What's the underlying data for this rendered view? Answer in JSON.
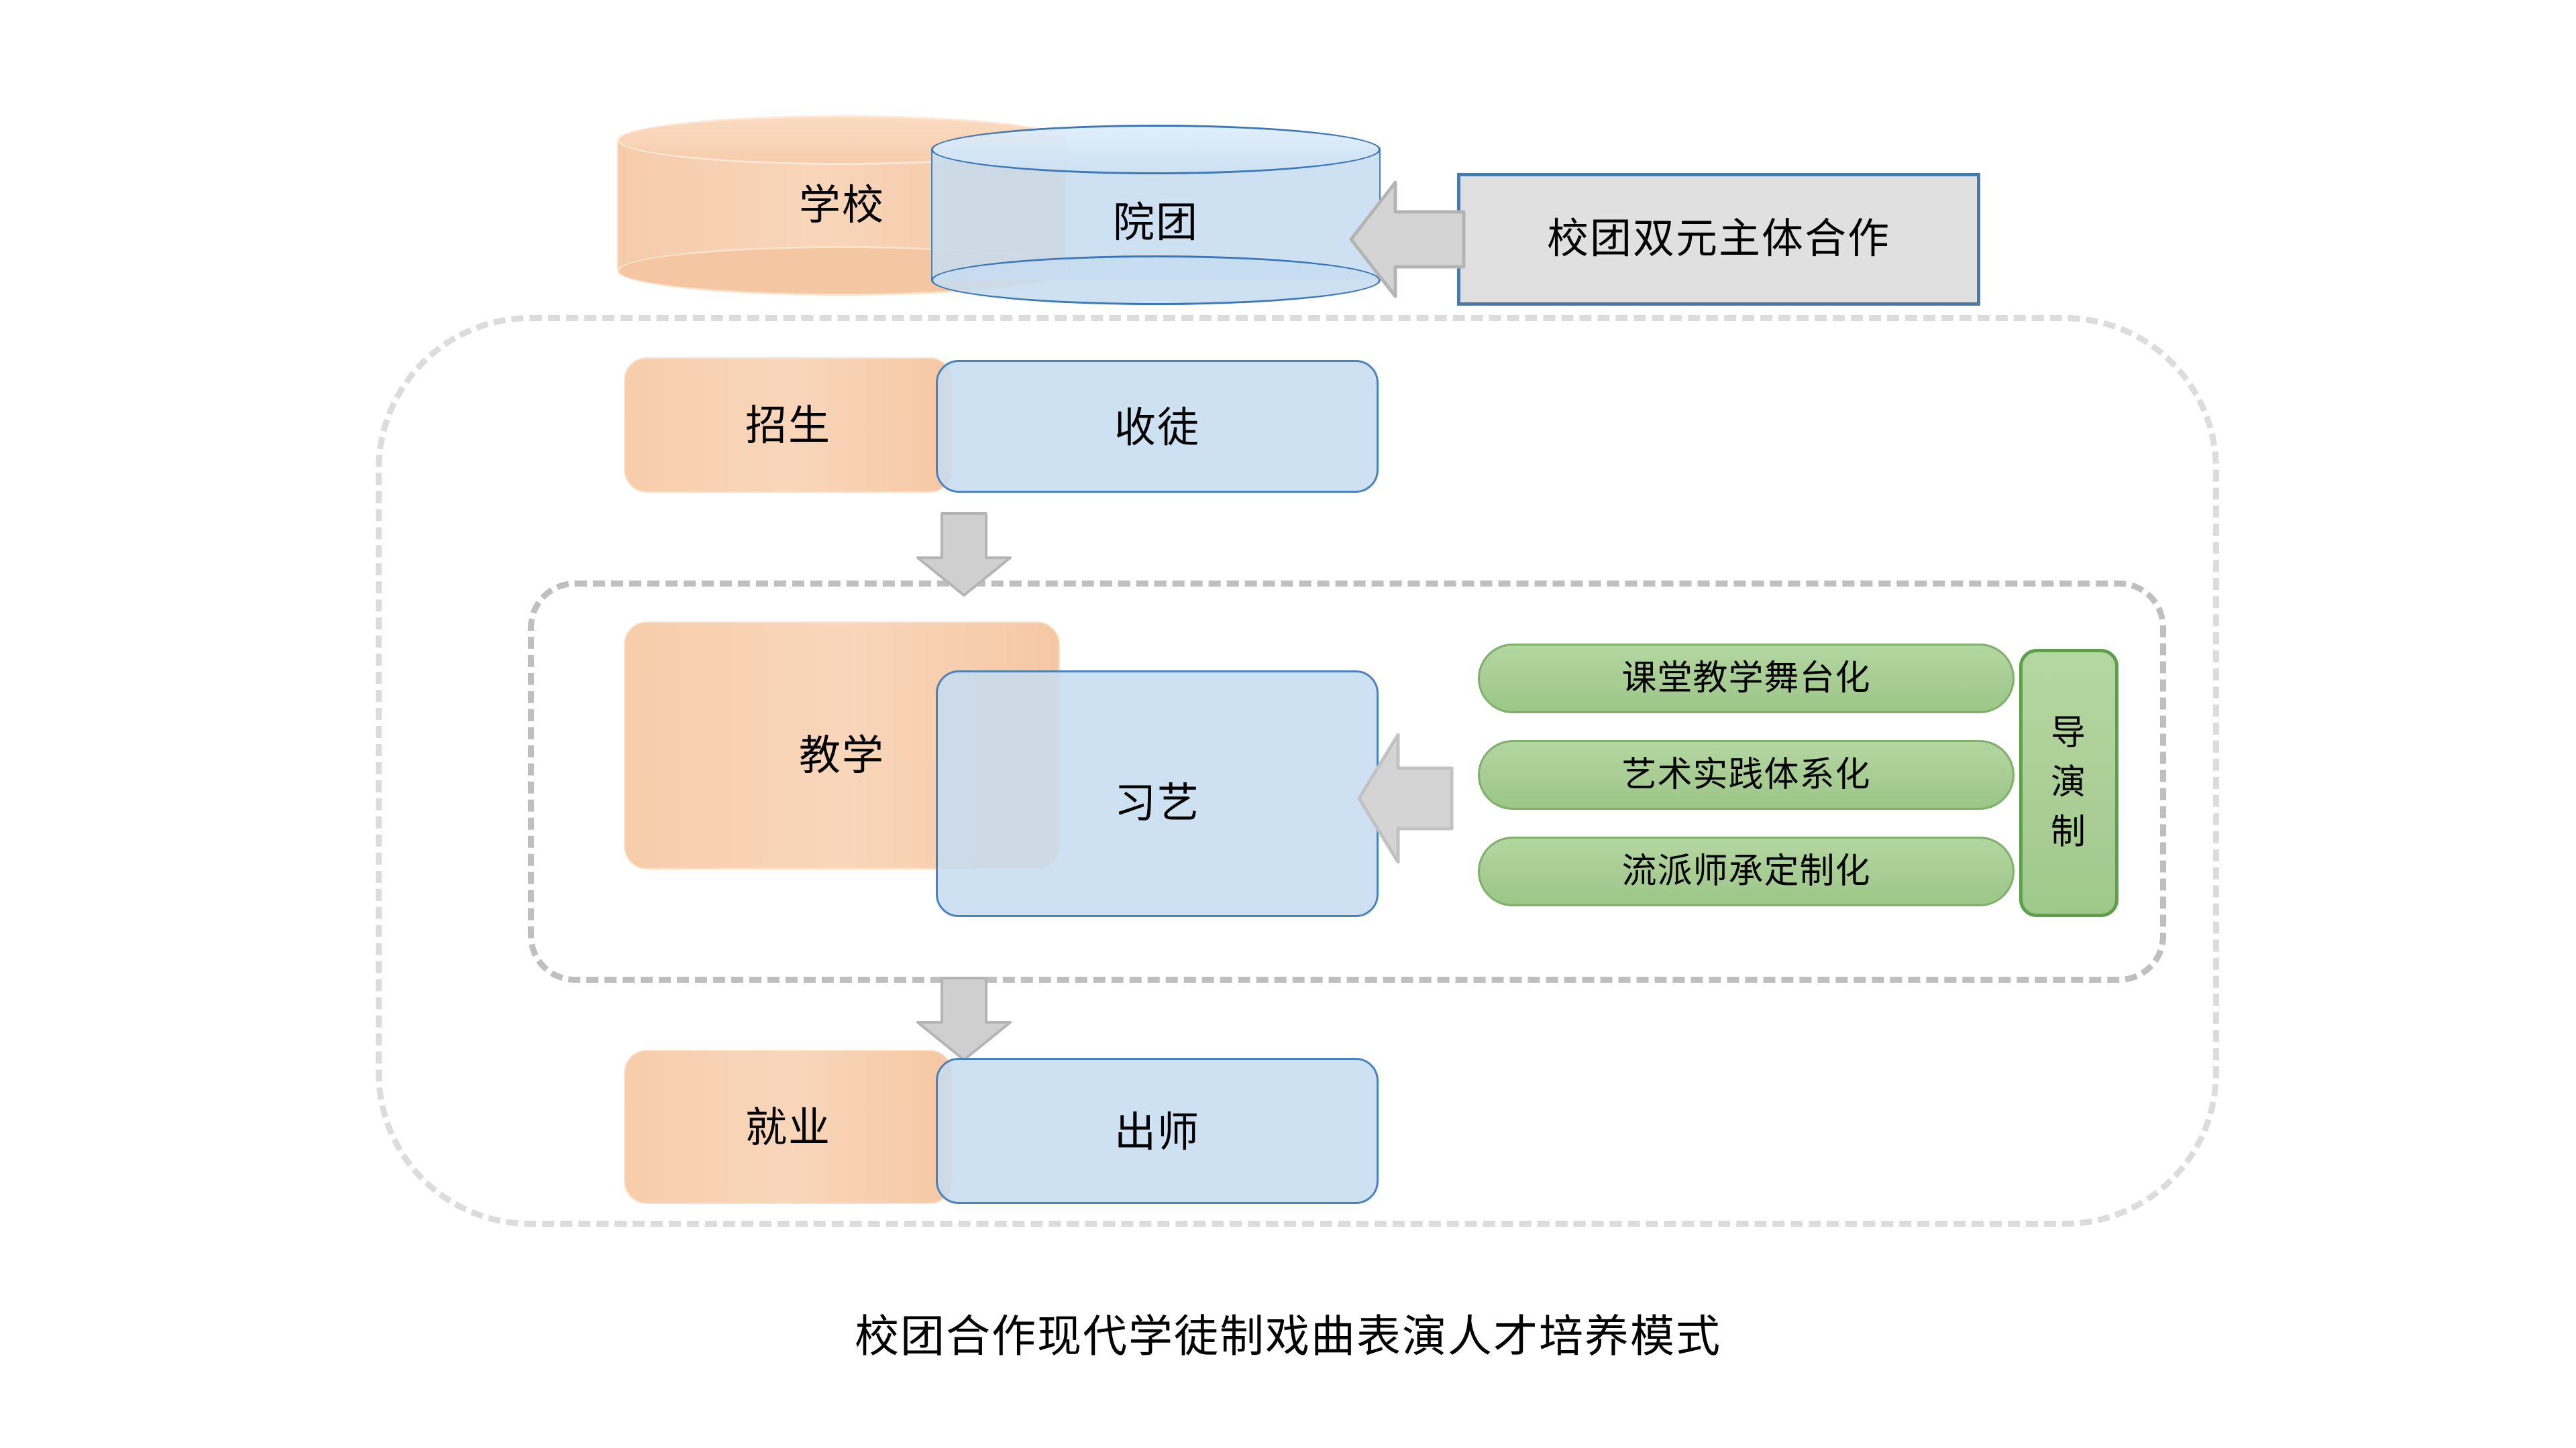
{
  "diagram": {
    "caption": "校团合作现代学徒制戏曲表演人才培养模式",
    "partners": {
      "school_label": "学校",
      "troupe_label": "院团"
    },
    "callout": {
      "label": "校团双元主体合作"
    },
    "stages": [
      {
        "school_label": "招生",
        "troupe_label": "收徒"
      },
      {
        "school_label": "教学",
        "troupe_label": "习艺"
      },
      {
        "school_label": "就业",
        "troupe_label": "出师"
      }
    ],
    "methods": [
      "课堂教学舞台化",
      "艺术实践体系化",
      "流派师承定制化"
    ],
    "director_system": {
      "label": "导演制",
      "chars": [
        "导",
        "演",
        "制"
      ]
    },
    "colors": {
      "school_fill": "#F7CDAB",
      "troupe_fill": "#C6DCF0",
      "troupe_stroke": "#4A82BF",
      "overlap_fill": "#C5D2E0",
      "method_fill": "#A9CE94",
      "method_stroke": "#7FB069",
      "director_stroke": "#5F9E4C",
      "callout_fill": "#E0E0E0",
      "callout_stroke": "#4A7AAB",
      "arrow_fill": "#D4D4D4",
      "arrow_stroke": "#B4B4B4",
      "frame_outer": "#DCDCDC",
      "frame_inner": "#BFBFBF"
    }
  }
}
